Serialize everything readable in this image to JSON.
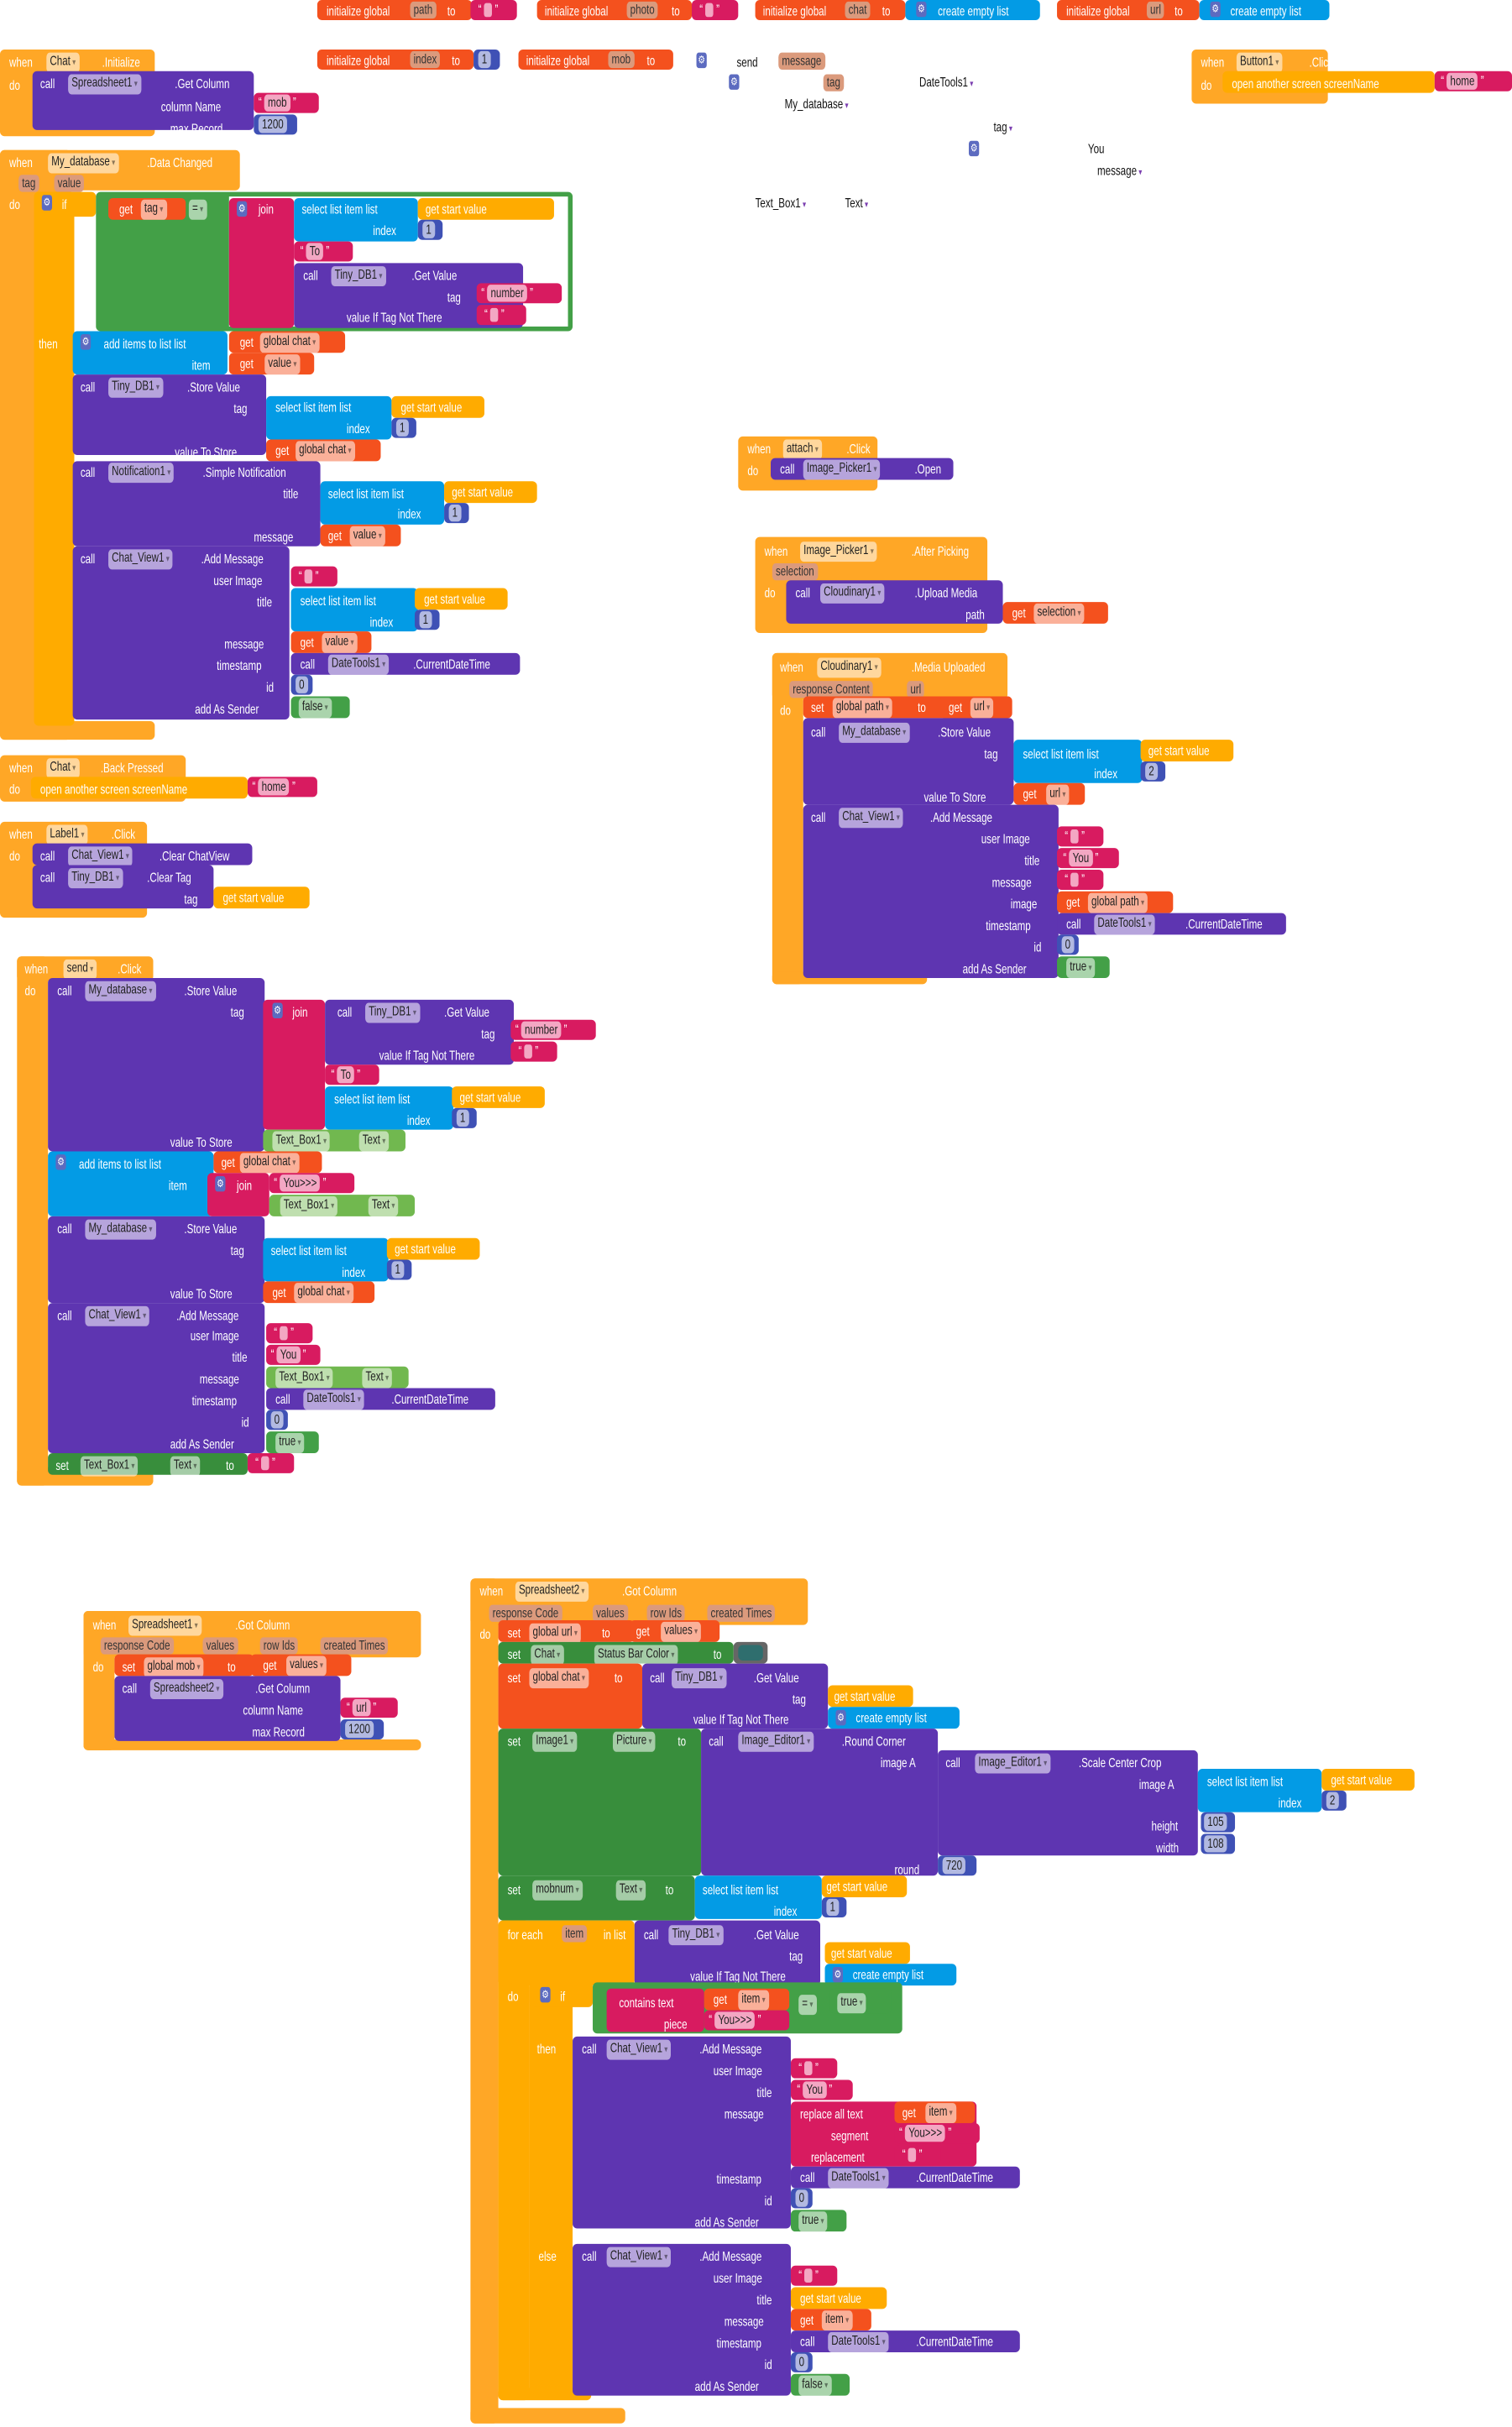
{
  "groups": {
    "globals": [
      "initialize global",
      "path",
      "to",
      "initialize global",
      "photo",
      "to",
      "initialize global",
      "chat",
      "to",
      "create empty list",
      "initialize global",
      "url",
      "to",
      "create empty list",
      "initialize global",
      "index",
      "to",
      "1",
      "initialize global",
      "mob",
      "to"
    ],
    "floating": [
      "send",
      "message",
      "tag",
      "DateTools1",
      "My_database",
      "tag",
      "You",
      "message",
      "Text_Box1",
      "Text"
    ],
    "chat_init": [
      "when",
      "Chat",
      ".Initialize",
      "do",
      "call",
      "Spreadsheet1",
      ".Get Column",
      "column Name",
      "mob",
      "max Record",
      "1200"
    ],
    "data_changed": [
      "when",
      "My_database",
      ".Data Changed",
      "tag",
      "value",
      "do",
      "if",
      "get",
      "tag",
      "=",
      "join",
      "select list item  list",
      "get start value",
      "index",
      "1",
      "To",
      "call",
      "Tiny_DB1",
      ".Get Value",
      "tag",
      "number",
      "value If Tag Not There",
      "then",
      "add items to list  list",
      "get",
      "global chat",
      "item",
      "get",
      "value",
      "call",
      "Tiny_DB1",
      ".Store Value",
      "tag",
      "select list item  list",
      "get start value",
      "index",
      "1",
      "value To Store",
      "get",
      "global chat",
      "call",
      "Notification1",
      ".Simple Notification",
      "title",
      "select list item  list",
      "get start value",
      "index",
      "1",
      "message",
      "get",
      "value",
      "call",
      "Chat_View1",
      ".Add Message",
      "user Image",
      "title",
      "select list item  list",
      "get start value",
      "index",
      "1",
      "message",
      "get",
      "value",
      "timestamp",
      "call",
      "DateTools1",
      ".CurrentDateTime",
      "id",
      "0",
      "add As Sender",
      "false"
    ],
    "back_pressed": [
      "when",
      "Chat",
      ".Back Pressed",
      "do",
      "open another screen  screenName",
      "home"
    ],
    "label1": [
      "when",
      "Label1",
      ".Click",
      "do",
      "call",
      "Chat_View1",
      ".Clear ChatView",
      "call",
      "Tiny_DB1",
      ".Clear Tag",
      "tag",
      "get start value"
    ],
    "send_click": [
      "when",
      "send",
      ".Click",
      "do",
      "call",
      "My_database",
      ".Store Value",
      "tag",
      "join",
      "call",
      "Tiny_DB1",
      ".Get Value",
      "tag",
      "number",
      "value If Tag Not There",
      "To",
      "select list item  list",
      "get start value",
      "index",
      "1",
      "value To Store",
      "Text_Box1",
      "Text",
      "add items to list  list",
      "get",
      "global chat",
      "item",
      "join",
      "You>>>",
      "Text_Box1",
      "Text",
      "call",
      "My_database",
      ".Store Value",
      "tag",
      "select list item  list",
      "get start value",
      "index",
      "1",
      "value To Store",
      "get",
      "global chat",
      "call",
      "Chat_View1",
      ".Add Message",
      "user Image",
      "title",
      "You",
      "message",
      "Text_Box1",
      "Text",
      "timestamp",
      "call",
      "DateTools1",
      ".CurrentDateTime",
      "id",
      "0",
      "add As Sender",
      "true",
      "set",
      "Text_Box1",
      "Text",
      "to"
    ],
    "button1": [
      "when",
      "Button1",
      ".Click",
      "do",
      "open another screen  screenName",
      "home"
    ],
    "attach": [
      "when",
      "attach",
      ".Click",
      "do",
      "call",
      "Image_Picker1",
      ".Open"
    ],
    "picker": [
      "when",
      "Image_Picker1",
      ".After Picking",
      "selection",
      "do",
      "call",
      "Cloudinary1",
      ".Upload Media",
      "path",
      "get",
      "selection"
    ],
    "cloudinary": [
      "when",
      "Cloudinary1",
      ".Media Uploaded",
      "response Content",
      "url",
      "do",
      "set",
      "global path",
      "to",
      "get",
      "url",
      "call",
      "My_database",
      ".Store Value",
      "tag",
      "select list item  list",
      "get start value",
      "index",
      "2",
      "value To Store",
      "get",
      "url",
      "call",
      "Chat_View1",
      ".Add Message",
      "user Image",
      "title",
      "You",
      "message",
      "image",
      "get",
      "global path",
      "timestamp",
      "call",
      "DateTools1",
      ".CurrentDateTime",
      "id",
      "0",
      "add As Sender",
      "true"
    ],
    "ss1": [
      "when",
      "Spreadsheet1",
      ".Got Column",
      "response Code",
      "values",
      "row Ids",
      "created Times",
      "do",
      "set",
      "global mob",
      "to",
      "get",
      "values",
      "call",
      "Spreadsheet2",
      ".Get Column",
      "column Name",
      "url",
      "max Record",
      "1200"
    ],
    "ss2": [
      "when",
      "Spreadsheet2",
      ".Got Column",
      "response Code",
      "values",
      "row Ids",
      "created Times",
      "do",
      "set",
      "global url",
      "to",
      "get",
      "values",
      "set",
      "Chat",
      "Status Bar Color",
      "to",
      "set",
      "global chat",
      "to",
      "call",
      "Tiny_DB1",
      ".Get Value",
      "tag",
      "get start value",
      "value If Tag Not There",
      "create empty list",
      "set",
      "Image1",
      "Picture",
      "to",
      "call",
      "Image_Editor1",
      ".Round Corner",
      "image A",
      "call",
      "Image_Editor1",
      ".Scale Center Crop",
      "image A",
      "select list item  list",
      "get start value",
      "index",
      "2",
      "height",
      "105",
      "width",
      "108",
      "round",
      "720",
      "set",
      "mobnum",
      "Text",
      "to",
      "select list item  list",
      "get start value",
      "index",
      "1",
      "for each",
      "item",
      "in list",
      "call",
      "Tiny_DB1",
      ".Get Value",
      "tag",
      "get start value",
      "value If Tag Not There",
      "create empty list",
      "do",
      "if",
      "contains  text",
      "get",
      "item",
      "piece",
      "You>>>",
      "=",
      "true",
      "then",
      "call",
      "Chat_View1",
      ".Add Message",
      "user Image",
      "title",
      "You",
      "message",
      "replace all text",
      "get",
      "item",
      "segment",
      "You>>>",
      "replacement",
      "timestamp",
      "call",
      "DateTools1",
      ".CurrentDateTime",
      "id",
      "0",
      "add As Sender",
      "true",
      "else",
      "call",
      "Chat_View1",
      ".Add Message",
      "user Image",
      "title",
      "get start value",
      "message",
      "get",
      "item",
      "timestamp",
      "call",
      "DateTools1",
      ".CurrentDateTime",
      "id",
      "0",
      "add As Sender",
      "false"
    ]
  },
  "colors": {
    "event": "#FFA726",
    "control": "#FFAB00",
    "procedure": "#5E35B1",
    "variable": "#F4511E",
    "text": "#D81B60",
    "math": "#3F51B5",
    "list": "#039BE5",
    "logic": "#43A047",
    "component_set": "#388E3C",
    "status_bar_color": "#2F6E6E"
  }
}
